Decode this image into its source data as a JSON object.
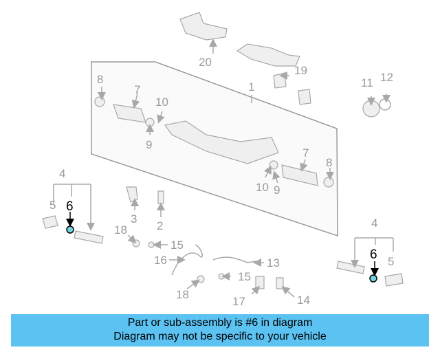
{
  "labels": {
    "l1": "1",
    "l2": "2",
    "l3": "3",
    "l4a": "4",
    "l4b": "4",
    "l5a": "5",
    "l5b": "5",
    "l6a": "6",
    "l6b": "6",
    "l7a": "7",
    "l7b": "7",
    "l8a": "8",
    "l8b": "8",
    "l9a": "9",
    "l9b": "9",
    "l10a": "10",
    "l10b": "10",
    "l11": "11",
    "l12": "12",
    "l13": "13",
    "l14": "14",
    "l15a": "15",
    "l15b": "15",
    "l16": "16",
    "l17": "17",
    "l18a": "18",
    "l18b": "18",
    "l19": "19",
    "l20": "20"
  },
  "highlight": {
    "part": "6",
    "color": "#6fd3e0"
  },
  "banner": {
    "line1": "Part or sub-assembly is #6 in diagram",
    "line2": "Diagram may not be specific to your vehicle",
    "color": "#5bc2f2"
  }
}
